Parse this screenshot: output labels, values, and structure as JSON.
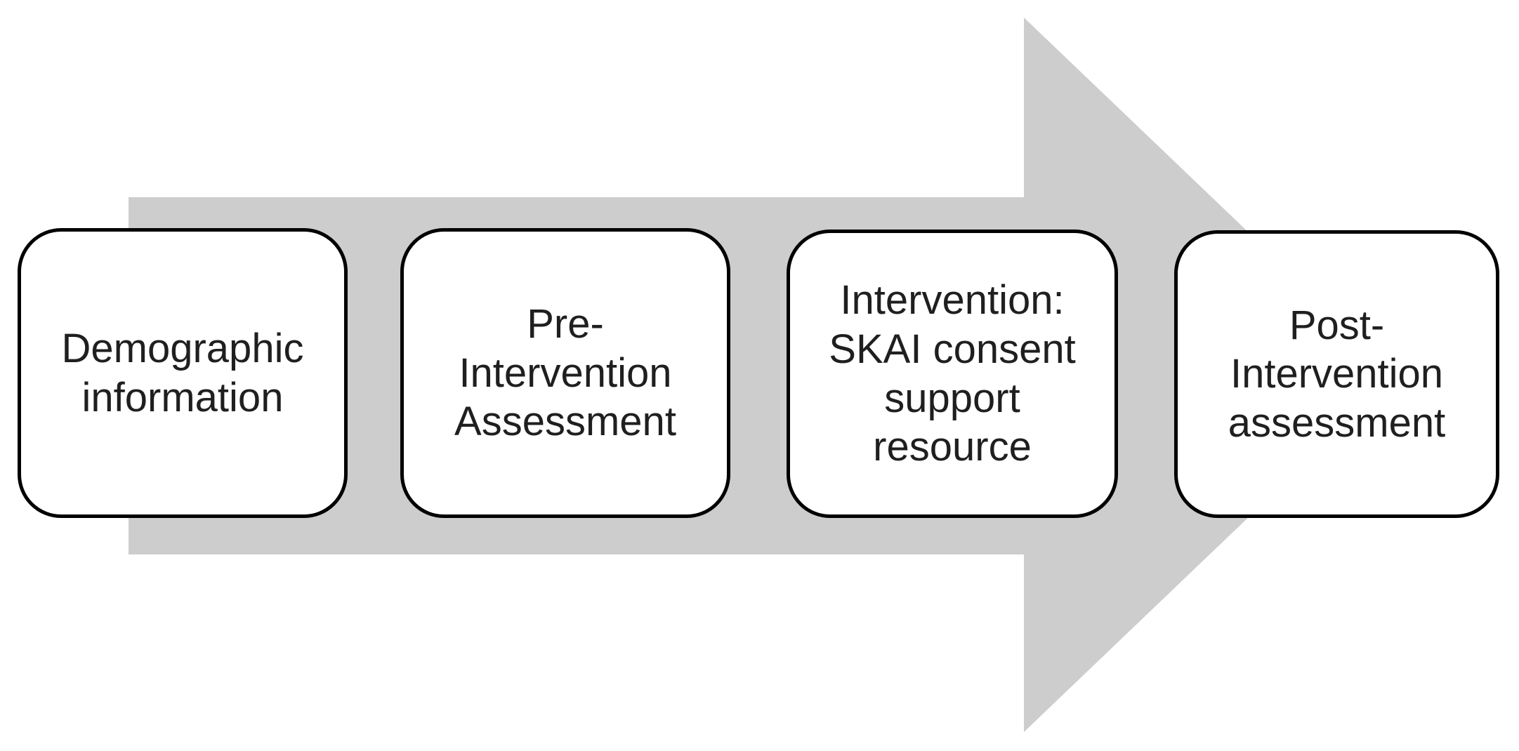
{
  "figure": {
    "type": "process-flow",
    "direction": "right",
    "arrow_color": "#cdcdcd",
    "box_fill_color": "#ffffff",
    "box_border_color": "#000000",
    "text_color": "#1f1f1f",
    "steps": [
      {
        "label": "Demographic\ninformation"
      },
      {
        "label": "Pre-\nIntervention\nAssessment"
      },
      {
        "label": "Intervention:\nSKAI consent\nsupport\nresource"
      },
      {
        "label": "Post-\nIntervention\nassessment"
      }
    ]
  }
}
